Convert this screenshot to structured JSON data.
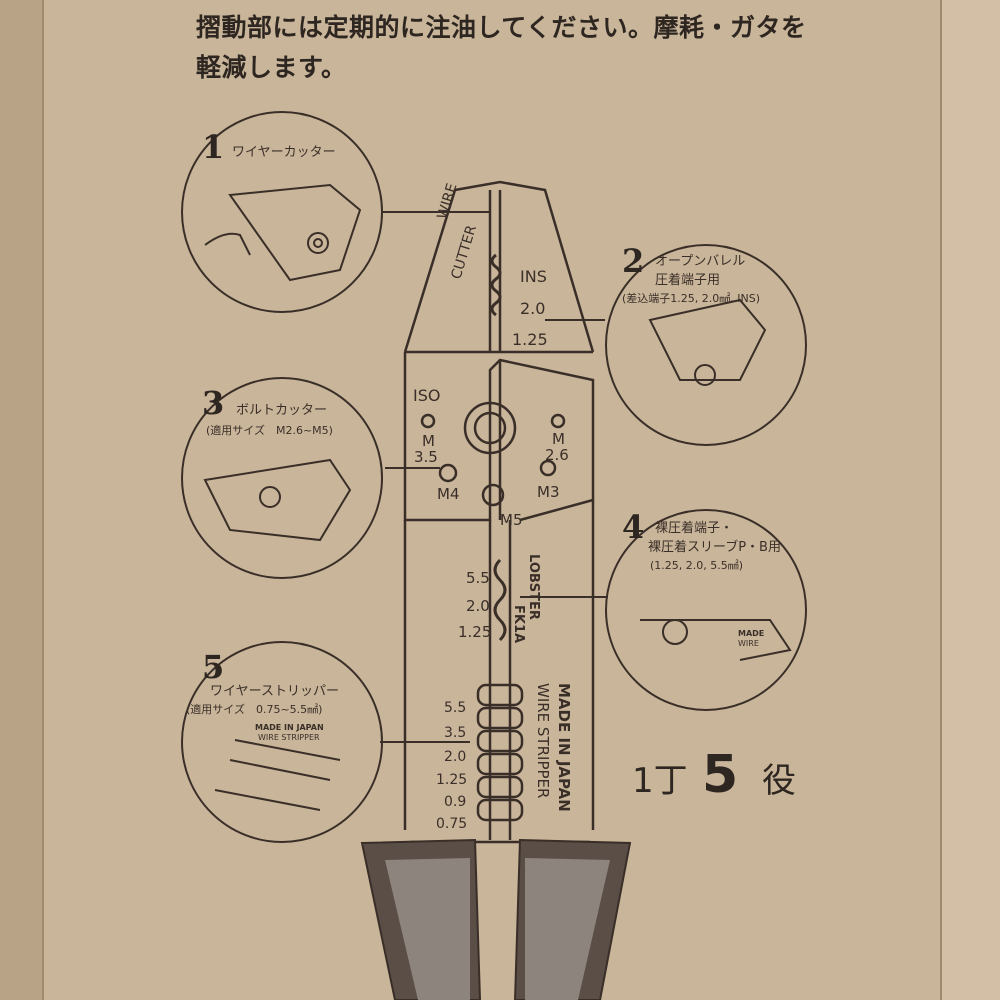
{
  "notice": {
    "line1": "摺動部には定期的に注油してください。摩耗・ガタを",
    "line2": "軽減します。"
  },
  "features": [
    {
      "num": "1",
      "title": "ワイヤーカッター"
    },
    {
      "num": "2",
      "title": "オープンバレル",
      "title2": "圧着端子用",
      "sub": "(差込端子1.25, 2.0㎟, INS)"
    },
    {
      "num": "3",
      "title": "ボルトカッター",
      "sub": "(適用サイズ　M2.6~M5)"
    },
    {
      "num": "4",
      "title": "裸圧着端子・",
      "title2": "裸圧着スリーブP・B用",
      "sub": "(1.25, 2.0, 5.5㎟)"
    },
    {
      "num": "5",
      "title": "ワイヤーストリッパー",
      "sub": "(適用サイズ　0.75~5.5㎟)"
    }
  ],
  "tool": {
    "cutter_label_1": "WIRE",
    "cutter_label_2": "CUTTER",
    "ins_label": "INS",
    "ins_sizes": [
      "2.0",
      "1.25"
    ],
    "iso_label": "ISO",
    "bolt_labels": [
      "M\n3.5",
      "M\n2.6",
      "M4",
      "M3",
      "M5"
    ],
    "crimp_sizes": [
      "5.5",
      "2.0",
      "1.25"
    ],
    "brand_1": "LOBSTER",
    "brand_2": "FK1A",
    "strip_sizes": [
      "5.5",
      "3.5",
      "2.0",
      "1.25",
      "0.9",
      "0.75"
    ],
    "made_in": "MADE IN JAPAN",
    "stripper": "WIRE STRIPPER"
  },
  "circle_texts": {
    "c5_made": "MADE IN JAPAN",
    "c5_ws": "WIRE STRIPPER",
    "c4_made": "MADE",
    "c4_wire": "WIRE"
  },
  "badge": {
    "a": "1丁",
    "b": "5",
    "c": "役"
  }
}
